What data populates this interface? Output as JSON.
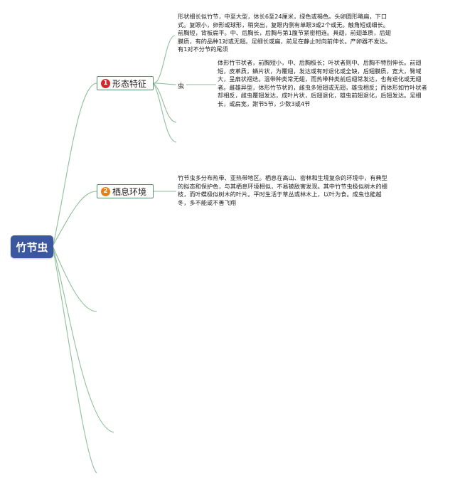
{
  "root": {
    "label": "竹节虫"
  },
  "branches": [
    {
      "num": "1",
      "label": "形态特征",
      "color": "#d8272a",
      "detail": "形状细长似竹节，中至大型，体长6至24厘米，绿色或褐色。头卵圆形略扁，下口式。复眼小，卵形或球形，稍突出，复眼内侧有单眼3或2个或无。触角短或细长。前胸短，背板扁平。中、后胸长，后胸与第1腹节紧密相连。具翅，前翅革质，后翅膜质，有的品种1对或无翅。足细长或扁，前足在静止时向前伸长。产卵器不发达。有1对不分节的尾须",
      "sub_label": "虫",
      "sub_detail": "体形竹节状者，前胸短小，中、后胸极长；叶状者则中、后胸不特别伸长。前翅短，皮革质，鳞片状，为覆翅，发达或有时退化或全缺，后翅膜质，宽大，臀域大，呈扇状褶迭。温带种类常无翅，而热带种类前后翅常发达，也有退化或无翅者。雌雄异型，体形竹节状的，雌虫多短翅或无翅，雄虫相反；而体形如竹叶状者却相反，雌虫覆翅发达，成叶片状，后翅退化，雄虫前翅退化，后翅发达。足细长，或扁宽，跗节5节，少数3或4节"
    },
    {
      "num": "2",
      "label": "栖息环境",
      "color": "#e8801a",
      "detail": "竹节虫多分布热带、亚热带地区。栖息在高山、密林和生境复杂的环境中，有典型的拟态和保护色，与其栖息环境相似，不易被敌害发现。其中竹节虫极似树木的细枝，而叶蝶极似树木的叶片。平时生活于草丛或林木上，以叶为食。成虫也能越冬，多不能或不善飞翔"
    }
  ]
}
